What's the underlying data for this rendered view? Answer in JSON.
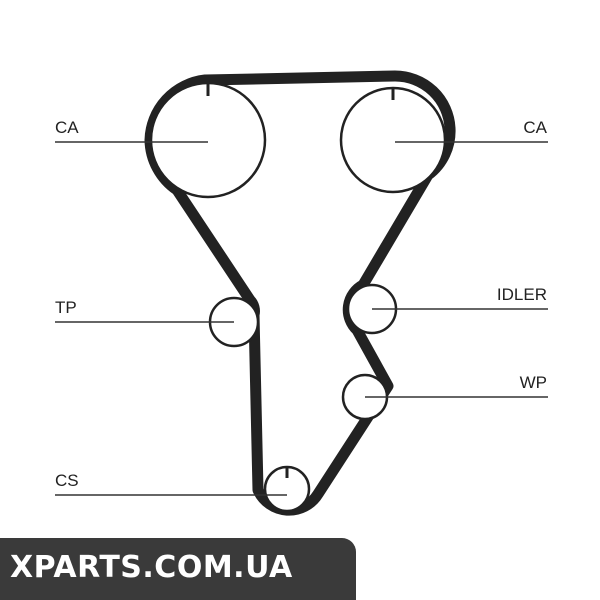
{
  "labels": {
    "ca_left": "CA",
    "ca_right": "CA",
    "tp": "TP",
    "idler": "IDLER",
    "wp": "WP",
    "cs": "CS"
  },
  "watermark": "XPARTS.COM.UA",
  "colors": {
    "belt": "#222222",
    "pulley": "#222222",
    "leader_line": "#333333",
    "text": "#222222",
    "watermark_bg": "#3a3a3a",
    "watermark_text": "#ffffff"
  }
}
